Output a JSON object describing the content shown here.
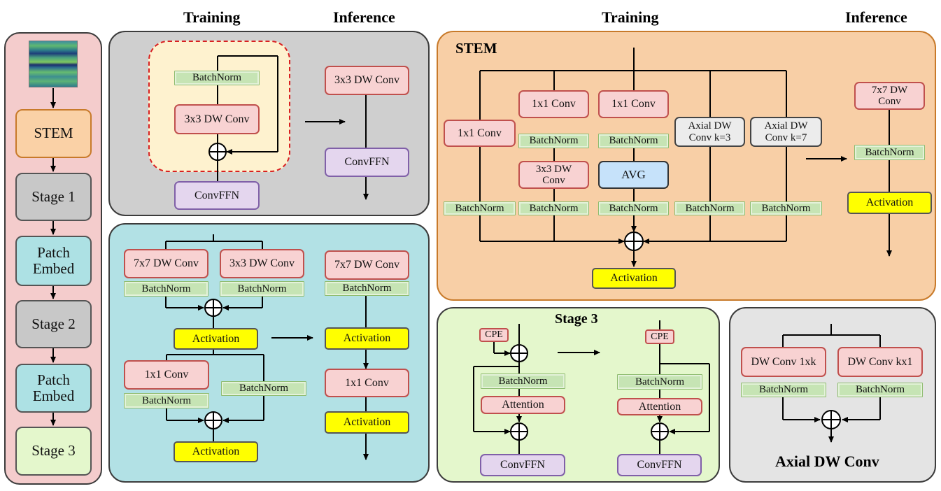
{
  "headers": {
    "left_training": "Training",
    "left_inference": "Inference",
    "right_training": "Training",
    "right_inference": "Inference"
  },
  "sidebar": {
    "stem": "STEM",
    "stage1": "Stage 1",
    "patch_embed_1": "Patch Embed",
    "stage2": "Stage 2",
    "patch_embed_2": "Patch Embed",
    "stage3": "Stage 3"
  },
  "stage1_panel": {
    "training": {
      "batchnorm": "BatchNorm",
      "dwconv": "3x3 DW Conv",
      "convffn": "ConvFFN"
    },
    "inference": {
      "dwconv": "3x3 DW Conv",
      "convffn": "ConvFFN"
    }
  },
  "stage2_panel": {
    "training": {
      "conv7": "7x7 DW Conv",
      "conv3": "3x3 DW Conv",
      "bn_left": "BatchNorm",
      "bn_right": "BatchNorm",
      "act1": "Activation",
      "conv1x1": "1x1 Conv",
      "bn_bottom_left": "BatchNorm",
      "bn_bottom_right": "BatchNorm",
      "act2": "Activation"
    },
    "inference": {
      "conv7": "7x7 DW Conv",
      "bn": "BatchNorm",
      "act1": "Activation",
      "conv1x1": "1x1 Conv",
      "act2": "Activation"
    }
  },
  "stem_panel": {
    "title": "STEM",
    "training": {
      "b1_conv": "1x1 Conv",
      "b1_bn": "BatchNorm",
      "b2_conv": "1x1 Conv",
      "b2_bn": "BatchNorm",
      "b2_dw": "3x3 DW Conv",
      "b2_bn2": "BatchNorm",
      "b3_conv": "1x1 Conv",
      "b3_bn": "BatchNorm",
      "b3_avg": "AVG",
      "b3_bn2": "BatchNorm",
      "b4_axial": "Axial DW Conv k=3",
      "b4_bn": "BatchNorm",
      "b5_axial": "Axial DW Conv k=7",
      "b5_bn": "BatchNorm",
      "activation": "Activation"
    },
    "inference": {
      "conv": "7x7 DW Conv",
      "bn": "BatchNorm",
      "activation": "Activation"
    }
  },
  "stage3_panel": {
    "title": "Stage 3",
    "training": {
      "cpe": "CPE",
      "bn": "BatchNorm",
      "attention": "Attention",
      "convffn": "ConvFFN"
    },
    "inference": {
      "cpe": "CPE",
      "bn": "BatchNorm",
      "attention": "Attention",
      "convffn": "ConvFFN"
    }
  },
  "axial_panel": {
    "title": "Axial DW Conv",
    "conv_1xk": "DW Conv 1xk",
    "conv_kx1": "DW Conv kx1",
    "bn_left": "BatchNorm",
    "bn_right": "BatchNorm"
  },
  "colors": {
    "sidebar_bg": "#f4cccc",
    "stage1_bg": "#cfcfcf",
    "stage2_bg": "#b2e1e5",
    "stem_bg": "#f8cfa6",
    "stage3_bg": "#e4f7cc",
    "axial_bg": "#e4e4e4",
    "stem_block": "#fad1a6",
    "stage_gray": "#c8c8c8",
    "patch_embed": "#ade1e4",
    "stage3_block": "#e4f7cc",
    "red_block": "#f8d2d2",
    "batchnorm": "#c6e4b4",
    "activation": "#ffff00",
    "convffn": "#e4d6ee",
    "avg": "#c6e2fa"
  }
}
